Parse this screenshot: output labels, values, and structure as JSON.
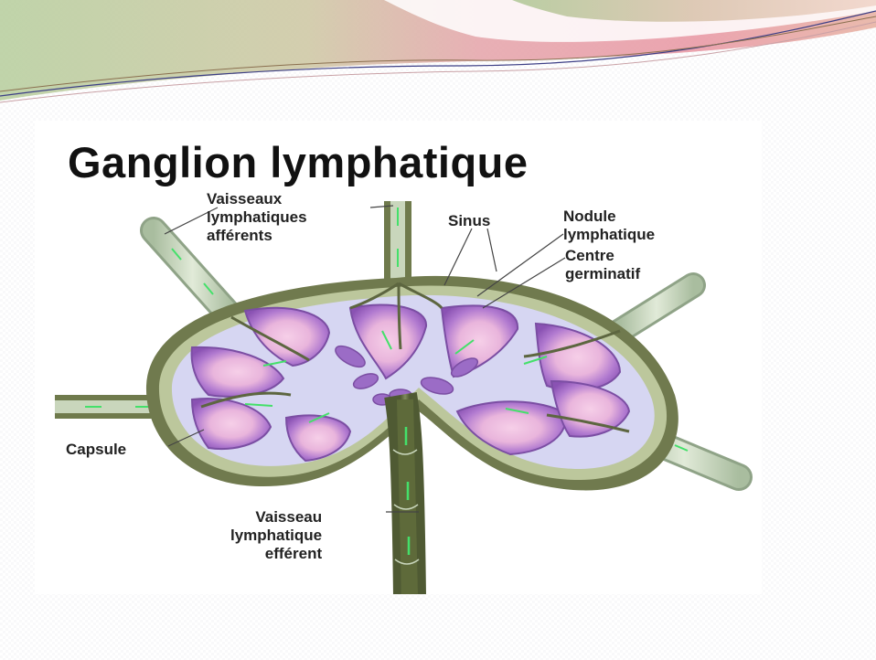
{
  "slide": {
    "theme_colors": {
      "banner_green": "#b7cf9f",
      "banner_red": "#e2889a",
      "capsule": "#707a4e",
      "capsule_light": "#bcc79c",
      "sinus": "#d6d6f2",
      "nodule": "#a068c4",
      "germinal_center": "#f2c6e3",
      "vessel": "#c9d8bf",
      "flow_arrow": "#44e06a"
    }
  },
  "diagram": {
    "title": "Ganglion lymphatique",
    "labels": {
      "afferent": "Vaisseaux\nlymphatiques\nafférents",
      "sinus": "Sinus",
      "nodule": "Nodule\nlymphatique",
      "germinal": "Centre\ngerminatif",
      "capsule": "Capsule",
      "efferent": "Vaisseau\nlymphatique\nefférent"
    },
    "icons": [
      "lymph-node-illustration",
      "flow-arrow-icon"
    ]
  }
}
